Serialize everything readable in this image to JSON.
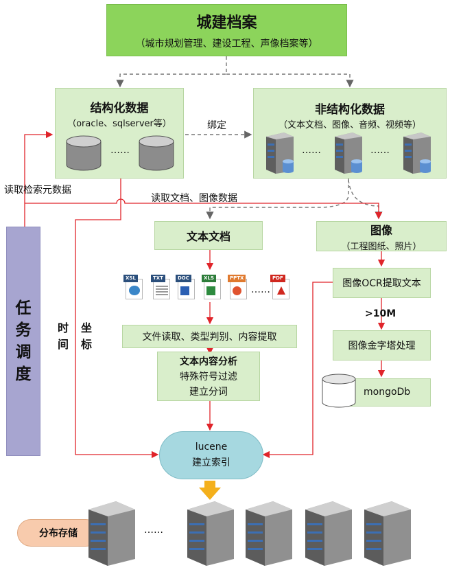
{
  "top": {
    "title": "城建档案",
    "subtitle": "（城市规划管理、建设工程、声像档案等）"
  },
  "structured": {
    "title": "结构化数据",
    "subtitle": "（oracle、sqlserver等）",
    "dots": "……"
  },
  "unstructured": {
    "title": "非结构化数据",
    "subtitle": "（文本文档、图像、音频、视频等）",
    "dots1": "……",
    "dots2": "……"
  },
  "bind_label": "绑定",
  "read_meta_label": "读取检索元数据",
  "read_docs_label": "读取文档、图像数据",
  "text_doc": {
    "title": "文本文档"
  },
  "image": {
    "title": "图像",
    "subtitle": "（工程图纸、照片）"
  },
  "file_types": [
    "XSL",
    "TXT",
    "DOC",
    "XLS",
    "PPTX",
    "PDF"
  ],
  "file_dots": "……",
  "colors": {
    "xsl": "#2b4f7c",
    "txt": "#2b4f7c",
    "doc": "#2b4f7c",
    "xls": "#2d7d3a",
    "pptx": "#e07a2f",
    "pdf": "#d0281f"
  },
  "process": {
    "read": "文件读取、类型判别、内容提取",
    "analysis_title": "文本内容分析",
    "analysis_line1": "特殊符号过滤",
    "analysis_line2": "建立分词"
  },
  "ocr": "图像OCR提取文本",
  "size_label": ">10M",
  "pyramid": "图像金字塔处理",
  "mongodb": "mongoDb",
  "lucene": {
    "line1": "lucene",
    "line2": "建立索引"
  },
  "task": {
    "chars": [
      "任",
      "务",
      "调",
      "度"
    ]
  },
  "time_label": [
    "时",
    "间"
  ],
  "coord_label": [
    "坐",
    "标"
  ],
  "distributed": "分布存储",
  "storage_dots": "……"
}
